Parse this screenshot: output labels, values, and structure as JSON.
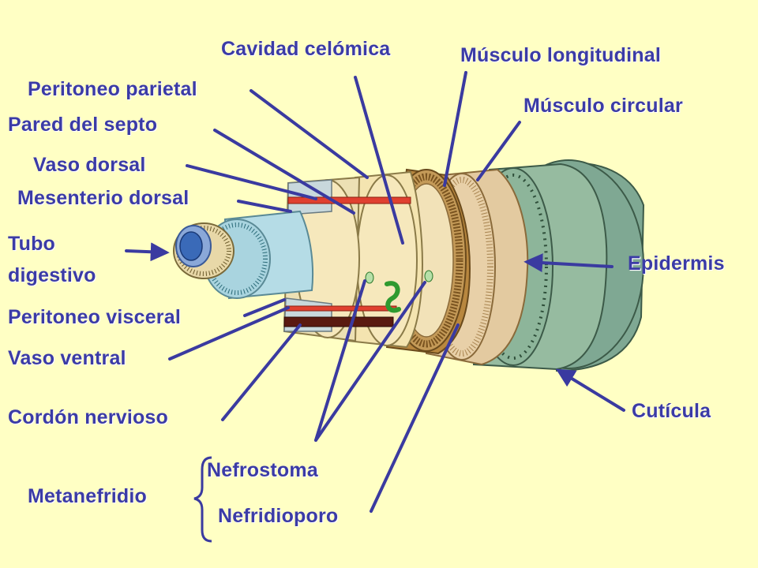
{
  "labels": {
    "cavidad_celomica": "Cavidad celómica",
    "musculo_longitudinal": "Músculo longitudinal",
    "peritoneo_parietal": "Peritoneo parietal",
    "musculo_circular": "Músculo circular",
    "pared_septo": "Pared del septo",
    "vaso_dorsal": "Vaso dorsal",
    "mesenterio_dorsal": "Mesenterio dorsal",
    "tubo": "Tubo",
    "digestivo": "digestivo",
    "epidermis": "Epidermis",
    "peritoneo_visceral": "Peritoneo visceral",
    "vaso_ventral": "Vaso ventral",
    "cordon_nervioso": "Cordón nervioso",
    "cuticula": "Cutícula",
    "metanefridio": "Metanefridio",
    "nefrostoma": "Nefrostoma",
    "nefridioporo": "Nefridioporo"
  },
  "colors": {
    "background": "#ffffc4",
    "label_text": "#3b3ba6",
    "leader_line": "#3a3aa0",
    "cuticle": "#7fa893",
    "epidermis": "#96bba0",
    "circular_muscle": "#e3caa0",
    "longitudinal_muscle": "#b8873f",
    "coelom": "#f4e4b0",
    "digestive_tube": "#b5dce6",
    "dorsal_vessel": "#e04030",
    "ventral_vessel": "#5a1a10",
    "metanephridium": "#2f9a2f"
  }
}
